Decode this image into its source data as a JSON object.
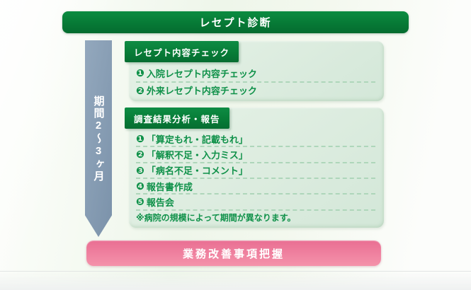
{
  "diagram": {
    "title_banner_label": "レセプト診断",
    "timeline_label": "期間2〜3ヶ月",
    "panels": [
      {
        "header": "レセプト内容チェック",
        "items": [
          {
            "num": "❶",
            "text": "入院レセプト内容チェック"
          },
          {
            "num": "❷",
            "text": "外来レセプト内容チェック"
          }
        ]
      },
      {
        "header": "調査結果分析・報告",
        "items": [
          {
            "num": "❶",
            "text": "「算定もれ・記載もれ」"
          },
          {
            "num": "❷",
            "text": "「解釈不足・入力ミス」"
          },
          {
            "num": "❸",
            "text": "「病名不足・コメント」"
          },
          {
            "num": "❹",
            "text": "報告書作成"
          },
          {
            "num": "❺",
            "text": "報告会"
          }
        ],
        "note": "※病院の規模によって期間が異なります。"
      }
    ],
    "result_banner_label": "業務改善事項把握"
  },
  "colors": {
    "banner_green": "#077c37",
    "panel_background_green": "#dcecdf",
    "item_text_green": "#0f9149",
    "dashed_separator_green": "#aed6ba",
    "timeline_arrow_slate": "#8299b1",
    "result_banner_pink": "#ef809f",
    "text_white": "#ffffff"
  }
}
